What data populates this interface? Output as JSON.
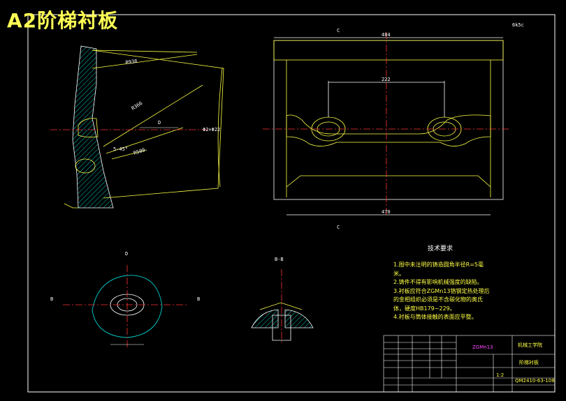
{
  "drawing": {
    "title": "A2阶梯衬板",
    "view_labels": {
      "c_top": "C",
      "c_bottom": "C",
      "d_view": "D",
      "d_arrow": "D",
      "b_left": "B",
      "b_right": "B",
      "section_bb": "B-B"
    },
    "dimensions": {
      "r_top": "R938",
      "r_mid": "R366",
      "r_low": "R500",
      "angle": "5-45°",
      "phi_center": "Φ2×Φ22",
      "top_width": "484",
      "slot": "222",
      "bottom_width": "470",
      "corner_note": "6k5c"
    },
    "tech_requirements": {
      "title": "技术要求",
      "items": [
        "1.图中未注明的铸造圆角半径R=5毫",
        "米。",
        "2.铸件不得有影响机械强度的缺陷。",
        "3.衬板应符合ZGMn13铬钢定热处理后",
        "的金相组织必须是不含碳化物的奥氏",
        "体，硬度HB179~229。",
        "4.衬板与筒体接触的表面应平整。"
      ]
    },
    "title_block": {
      "material": "ZGMn13",
      "company": "机械工学院",
      "part_name": "阶梯衬板",
      "drawing_no": "QM2410-63-108",
      "scale": "1:2"
    }
  },
  "colors": {
    "background": "#000000",
    "frame": "#ffffff",
    "geometry": "#ffff44",
    "hatch": "#00c8c8",
    "center_line": "#ff3333",
    "title_block": "#ff44ff"
  }
}
